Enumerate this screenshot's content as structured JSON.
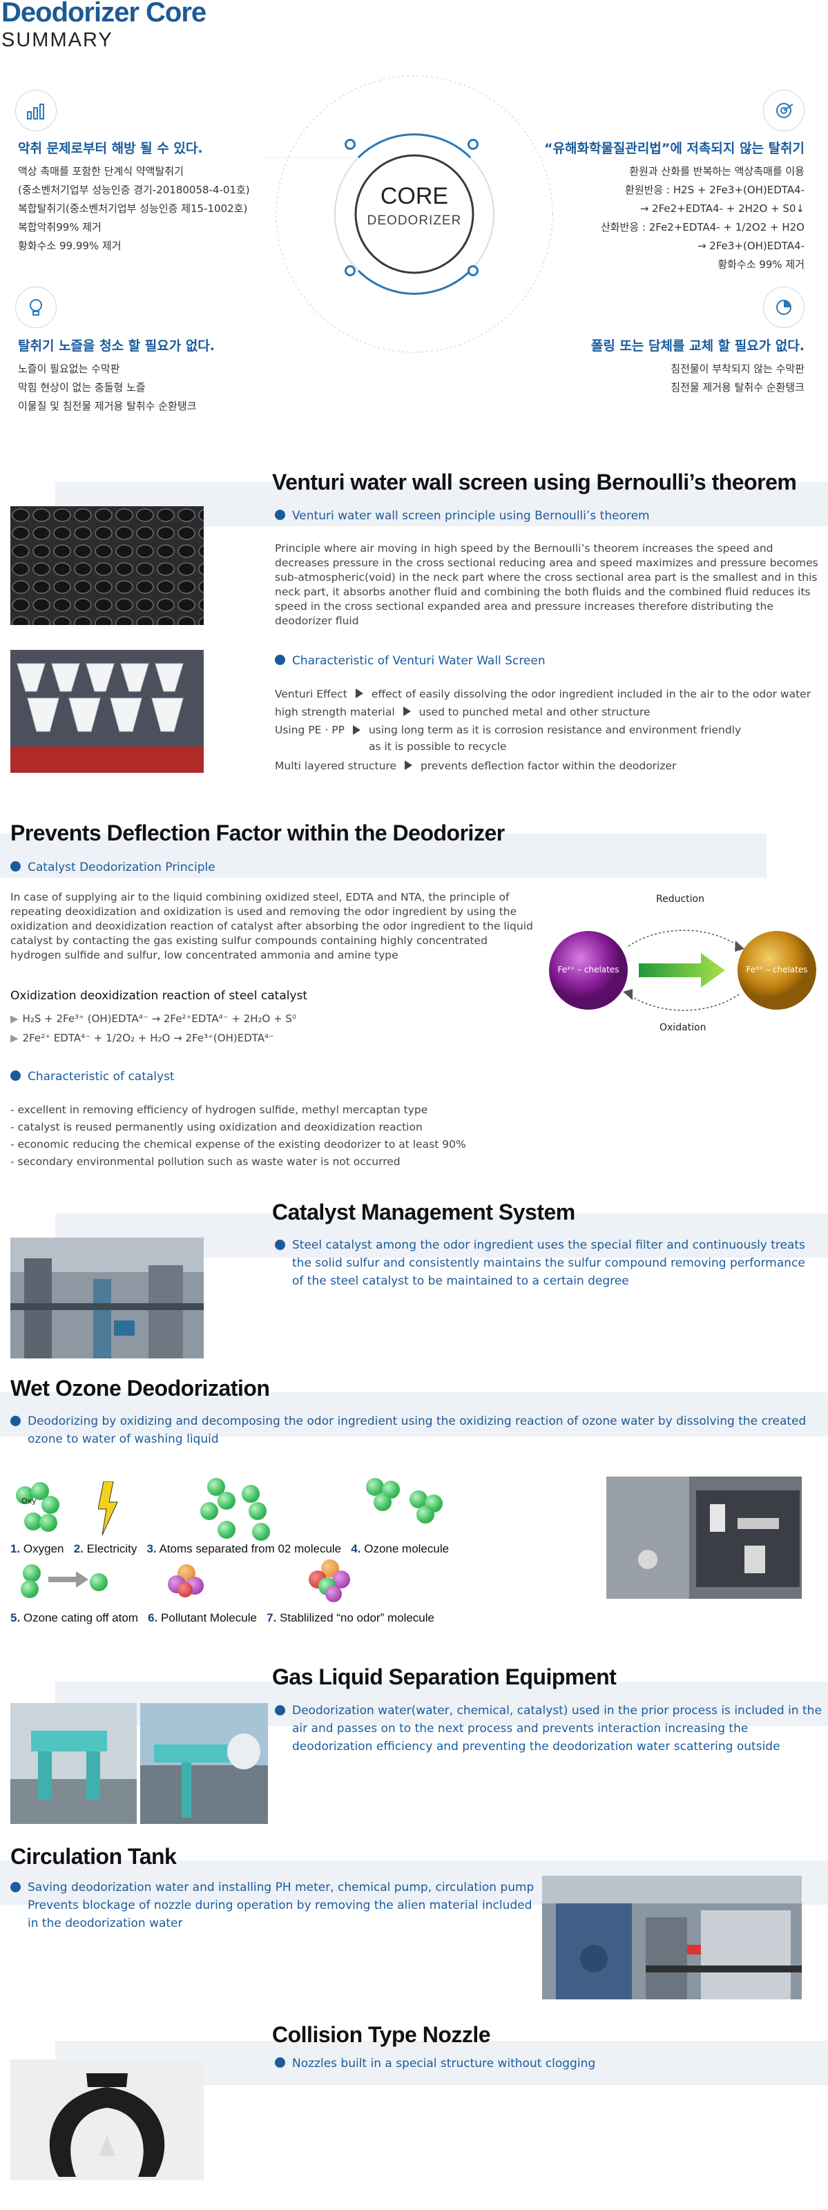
{
  "header": {
    "title": "Deodorizer Core",
    "subtitle": "SUMMARY"
  },
  "core": {
    "label": "CORE",
    "sub": "DEODORIZER"
  },
  "summary": {
    "left_top": {
      "title": "악취 문제로부터 해방 될 수 있다.",
      "lines": [
        "액상 촉매를 포함한 단계식 약액탈취기",
        "(중소벤처기업부 성능인증 경기-20180058-4-01호)",
        "복합탈취기(중소벤처기업부 성능인증 제15-1002호)",
        "복합악취99% 제거",
        "황화수소 99.99% 제거"
      ]
    },
    "left_bottom": {
      "title": "탈취기 노즐을 청소 할 필요가 없다.",
      "lines": [
        "노즐이 필요없는 수막판",
        "막힘 현상이 없는 충돌형 노즐",
        "이물질 및 침전물 제거용 탈취수 순환탱크"
      ]
    },
    "right_top": {
      "title": "“유해화학물질관리법”에 저촉되지 않는 탈취기",
      "lines": [
        "환원과 산화를 반복하는 액상촉매를 이용",
        "환원반응 :  H2S + 2Fe3+(OH)EDTA4-",
        "→ 2Fe2+EDTA4- + 2H2O + S0↓",
        "산화반응 : 2Fe2+EDTA4- + 1/2O2 + H2O",
        "→ 2Fe3+(OH)EDTA4-",
        "황화수소 99% 제거"
      ]
    },
    "right_bottom": {
      "title": "폴링 또는 담체를 교체 할 필요가 없다.",
      "lines": [
        "침전물이 부착되지 않는 수막판",
        "침전물 제거용 탈취수 순환탱크"
      ]
    }
  },
  "venturi": {
    "title": "Venturi water wall screen using Bernoulli’s theorem",
    "bullet1": "Venturi water wall screen principle using Bernoulli’s theorem",
    "para": "Principle where air moving in high speed by the Bernoulli’s theorem increases the speed and decreases pressure in the cross sectional reducing area and speed maximizes and pressure becomes sub-atmospheric(void) in the neck part where the cross sectional area part is the smallest and in this neck part, it absorbs another fluid and combining the both fluids and the combined fluid reduces its speed in the cross sectional expanded area and pressure increases therefore distributing the deodorizer fluid",
    "bullet2": "Characteristic of Venturi Water Wall Screen",
    "features": [
      {
        "k": "Venturi Effect",
        "v": "effect of easily dissolving the odor ingredient included in the air to the odor water"
      },
      {
        "k": "high strength material",
        "v": "used to punched metal and other structure"
      },
      {
        "k": "Using PE · PP",
        "v": "using long term as it is corrosion resistance and environment friendly as it is possible to recycle"
      },
      {
        "k": "Multi layered structure",
        "v": "prevents deflection factor within the deodorizer"
      }
    ]
  },
  "deflection": {
    "title": "Prevents Deflection Factor within the Deodorizer",
    "bullet1": "Catalyst Deodorization Principle",
    "para": "In case of supplying air to the liquid combining oxidized steel, EDTA and NTA, the principle of repeating deoxidization and oxidization is used and removing the odor ingredient by using the oxidization and deoxidization reaction of catalyst after absorbing the odor ingredient to the liquid catalyst by contacting the gas existing sulfur compounds containing highly concentrated hydrogen sulfide and sulfur, low concentrated ammonia and amine type",
    "reaction_title": "Oxidization deoxidization reaction of steel catalyst",
    "reaction1": "H₂S + 2Fe³⁺ (OH)EDTA⁴⁻ → 2Fe²⁺EDTA⁴⁻ + 2H₂O + S⁰",
    "reaction2": "2Fe²⁺ EDTA⁴⁻ + 1/2O₂ + H₂O → 2Fe³⁺(OH)EDTA⁴⁻",
    "diagram": {
      "reduction": "Reduction",
      "oxidation": "Oxidation",
      "left": "Fe²⁺ – chelates",
      "right": "Fe³⁺ – chelates"
    },
    "bullet2": "Characteristic of catalyst",
    "chars": [
      "- excellent in removing efficiency of hydrogen sulfide, methyl mercaptan type",
      "- catalyst is reused permanently using oxidization and deoxidization reaction",
      "- economic reducing the chemical expense of the existing deodorizer to at least 90%",
      "- secondary environmental pollution such as waste water is not occurred"
    ]
  },
  "catalyst_mgmt": {
    "title": "Catalyst Management System",
    "bullet": "Steel catalyst among the odor ingredient uses the special filter and continuously treats the solid sulfur and consistently maintains the sulfur compound removing performance of the steel catalyst to be maintained to a certain degree"
  },
  "ozone": {
    "title": "Wet Ozone Deodorization",
    "bullet": "Deodorizing by oxidizing and decomposing the odor ingredient using the oxidizing reaction of ozone water by dissolving the created ozone to water of washing liquid",
    "oxy": "Oxy",
    "steps": [
      {
        "n": "1.",
        "t": "Oxygen"
      },
      {
        "n": "2.",
        "t": "Electricity"
      },
      {
        "n": "3.",
        "t": "Atoms separated from 02 molecule"
      },
      {
        "n": "4.",
        "t": "Ozone molecule"
      },
      {
        "n": "5.",
        "t": "Ozone cating off atom"
      },
      {
        "n": "6.",
        "t": "Pollutant Molecule"
      },
      {
        "n": "7.",
        "t": "Stablilized “no odor” molecule"
      }
    ]
  },
  "gas_liquid": {
    "title": "Gas Liquid Separation Equipment",
    "bullet": "Deodorization water(water, chemical, catalyst) used in the prior process is included in the air and passes on to the next process and prevents interaction increasing the deodorization efficiency and preventing the deodorization water scattering outside"
  },
  "circulation": {
    "title": "Circulation Tank",
    "bullet": "Saving deodorization water and installing PH meter, chemical pump, circulation pump Prevents blockage of nozzle during operation by removing the alien material included in the deodorization water"
  },
  "nozzle": {
    "title": "Collision Type Nozzle",
    "bullet": "Nozzles built in a special structure without clogging"
  },
  "colors": {
    "accent": "#1a5b9c",
    "band": "#eef1f5"
  }
}
